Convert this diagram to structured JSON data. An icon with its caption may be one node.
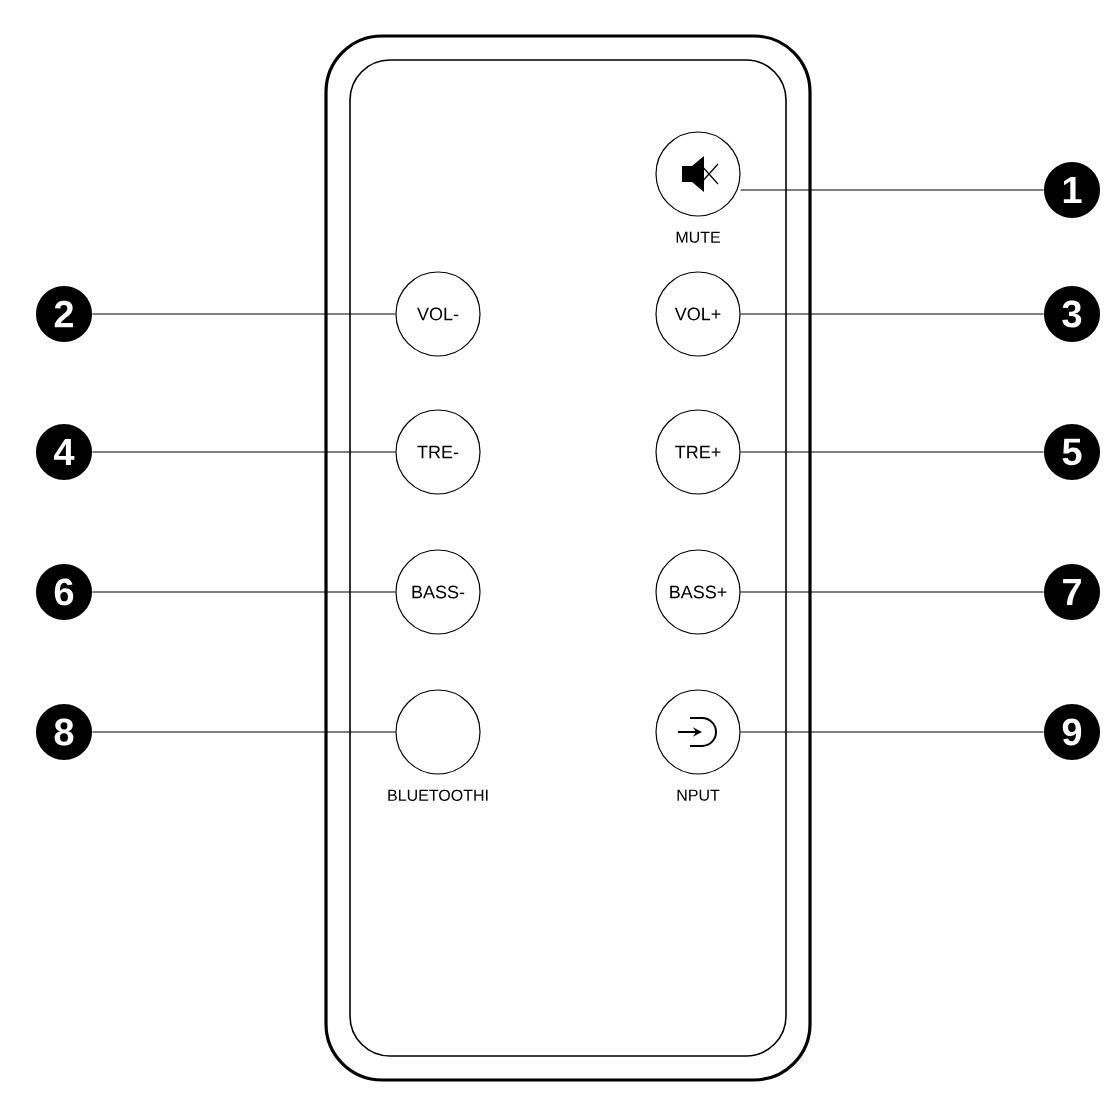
{
  "diagram": {
    "nodes": [
      {
        "text": [],
        "shape": "box"
      },
      {
        "text": [
          "MUTE"
        ],
        "in": 0
      },
      {
        "text": [
          "1"
        ]
      },
      {
        "text": [
          "2"
        ]
      },
      {
        "text": [
          "VOL-"
        ],
        "in": 0
      },
      {
        "text": [
          "VOL+"
        ],
        "in": 0
      },
      {
        "text": [
          "3"
        ]
      },
      {
        "text": [
          "4"
        ]
      },
      {
        "text": [
          "TRE-"
        ],
        "in": 0
      },
      {
        "text": [
          "TRE+"
        ],
        "in": 0
      },
      {
        "text": [
          "5"
        ]
      },
      {
        "text": [
          "6"
        ]
      },
      {
        "text": [
          "BASS-"
        ],
        "in": 0
      },
      {
        "text": [
          "BASS+"
        ],
        "in": 0
      },
      {
        "text": [
          "7"
        ]
      },
      {
        "text": [
          "8"
        ]
      },
      {
        "text": [
          "BLUETOOTHI"
        ],
        "in": 0
      },
      {
        "text": [
          "NPUT"
        ],
        "in": 0
      },
      {
        "text": [
          "9"
        ]
      }
    ],
    "edges": [
      {
        "from": 2,
        "to": 1,
        "arrow": "none"
      },
      {
        "from": 3,
        "to": 4,
        "arrow": "none"
      },
      {
        "from": 6,
        "to": 5,
        "arrow": "none"
      },
      {
        "from": 7,
        "to": 8,
        "arrow": "none"
      },
      {
        "from": 10,
        "to": 9,
        "arrow": "none"
      },
      {
        "from": 11,
        "to": 12,
        "arrow": "none"
      },
      {
        "from": 14,
        "to": 13,
        "arrow": "none"
      },
      {
        "from": 15,
        "to": 16,
        "arrow": "none"
      },
      {
        "from": 18,
        "to": 17,
        "arrow": "none"
      }
    ]
  }
}
